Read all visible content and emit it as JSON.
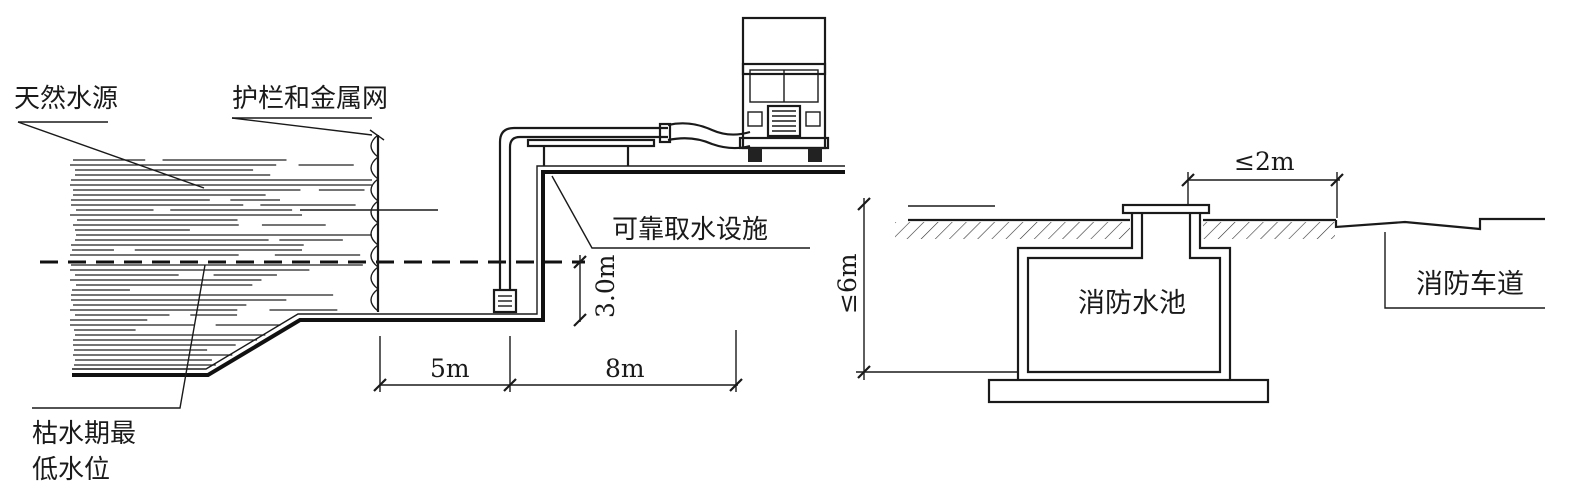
{
  "labels": {
    "natural_source": "天然水源",
    "guardrail": "护栏和金属网",
    "intake_facility": "可靠取水设施",
    "lowest_level_line1": "枯水期最",
    "lowest_level_line2": "低水位",
    "depth_3m": "3.0m",
    "dist_5m": "5m",
    "dist_8m": "8m",
    "dist_2m": "≤2m",
    "depth_6m": "≤6m",
    "fire_pool": "消防水池",
    "fire_lane": "消防车道"
  },
  "colors": {
    "line": "#1a1a1a",
    "background": "#ffffff"
  }
}
